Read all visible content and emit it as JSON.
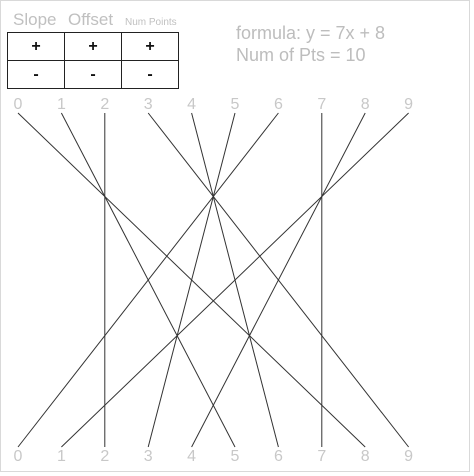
{
  "controls": {
    "slope_label": "Slope",
    "offset_label": "Offset",
    "points_label": "Num Points",
    "plus": "+",
    "minus": "-"
  },
  "info": {
    "formula": "formula: y = 7x + 8",
    "num_pts": "Num of Pts = 10"
  },
  "top_numbers": [
    "0",
    "1",
    "2",
    "3",
    "4",
    "5",
    "6",
    "7",
    "8",
    "9"
  ],
  "bottom_numbers": [
    "0",
    "1",
    "2",
    "3",
    "4",
    "5",
    "6",
    "7",
    "8",
    "9"
  ],
  "formula_params": {
    "slope": 7,
    "offset": 8,
    "modulus": 10
  }
}
